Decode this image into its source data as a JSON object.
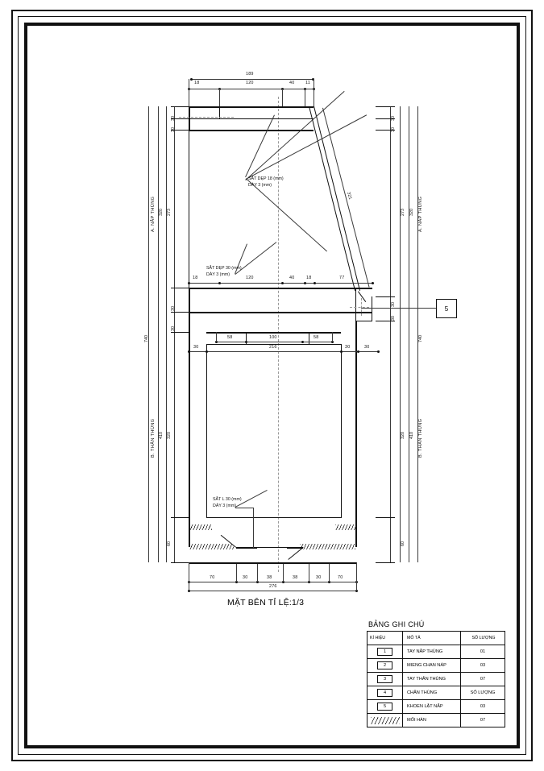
{
  "drawing": {
    "title": "MẶT BÊN TỈ LỆ:1/3",
    "annotations": [
      {
        "id": "ann-sat-dep-18",
        "line1": "SẮT DẸP 18 (mm)",
        "line2": "DÀY 3 (mm)"
      },
      {
        "id": "ann-sat-dep-30",
        "line1": "SẮT DẸP 30 (mm)",
        "line2": "DÀY 3 (mm)"
      },
      {
        "id": "ann-sat-l-30",
        "line1": "SẮT L 30 (mm)",
        "line2": "DÀY 3 (mm)"
      }
    ],
    "callout_balloon": "5",
    "dimensions": {
      "top_overall": "189",
      "top_chain": [
        "18",
        "120",
        "40",
        "11"
      ],
      "middle_chain": [
        "18",
        "120",
        "40",
        "18",
        "77"
      ],
      "inner_chain": [
        "58",
        "100",
        "58"
      ],
      "inner_side_left": "30",
      "inner_side_right": "30",
      "inner_outer_right": "30",
      "inner_total": "216",
      "bottom_chain": [
        "70",
        "30",
        "38",
        "38",
        "30",
        "70"
      ],
      "bottom_overall": "276",
      "diagonal": "321",
      "left_top_a": "30",
      "left_top_b": "30",
      "left_273": "273",
      "left_320": "320",
      "left_lid_label": "A. NẮP THÙNG",
      "left_740": "740",
      "left_mid_a": "30",
      "left_mid_b": "30",
      "left_410": "410",
      "left_320b": "320",
      "left_body_label": "B. THÂN THÙNG",
      "left_60": "60",
      "right_top_a": "30",
      "right_top_b": "30",
      "right_273": "273",
      "right_320": "320",
      "right_lid_label": "A. NẮP THÙNG",
      "right_740": "740",
      "right_mid_a": "30",
      "right_mid_b": "30",
      "right_410": "410",
      "right_320b": "320",
      "right_body_label": "B. THÂN THÙNG",
      "right_60": "60"
    }
  },
  "notes_table": {
    "title": "BẢNG GHI CHÚ",
    "headers": {
      "symbol": "KÍ HIỆU",
      "description": "MÔ TẢ",
      "quantity": "SỐ LƯỢNG"
    },
    "rows": [
      {
        "symbol": "1",
        "description": "TAY NẮP THÙNG",
        "quantity": "01"
      },
      {
        "symbol": "2",
        "description": "MIENG CHAN NÁP",
        "quantity": "03"
      },
      {
        "symbol": "3",
        "description": "TAY THÂN THÙNG",
        "quantity": "07"
      },
      {
        "symbol": "4",
        "description": "CHÂN THÙNG",
        "quantity": "SỐ LƯỢNG"
      },
      {
        "symbol": "5",
        "description": "KHOEN LẬT NẮP",
        "quantity": "03"
      },
      {
        "symbol": "weld-hatch-icon",
        "description": "MỐI HÀN",
        "quantity": "07"
      }
    ]
  }
}
